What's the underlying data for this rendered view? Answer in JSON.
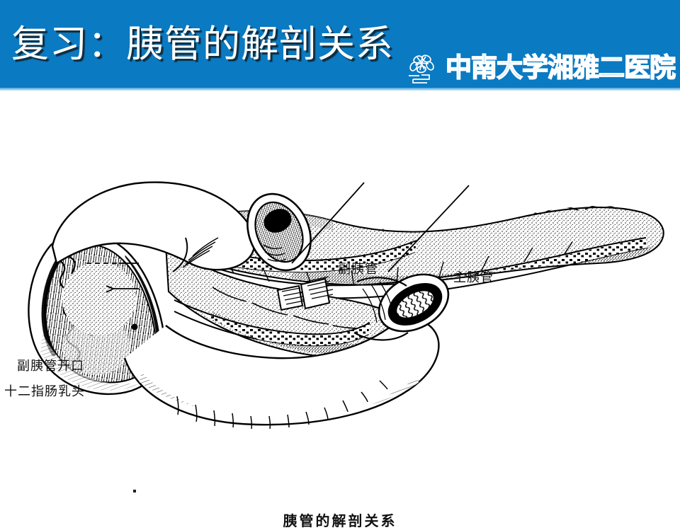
{
  "slide": {
    "title": "复习：胰管的解剖关系",
    "header_color": "#0a7ac2",
    "background_color": "#ffffff"
  },
  "logo": {
    "icon": "flower-in-pot-icon",
    "wordmark": "中南大学湘雅二医院",
    "color": "#ffffff"
  },
  "figure": {
    "caption": "胰管的解剖关系",
    "alt": "pancreatic-duct-anatomy-line-drawing",
    "labels": {
      "accessory_duct": "副胰管",
      "main_duct": "主胰管",
      "accessory_opening": "副胰管开口",
      "duodenal_papilla": "十二指肠乳头"
    },
    "ink_color": "#000000"
  },
  "footer": {
    "mark": "."
  }
}
